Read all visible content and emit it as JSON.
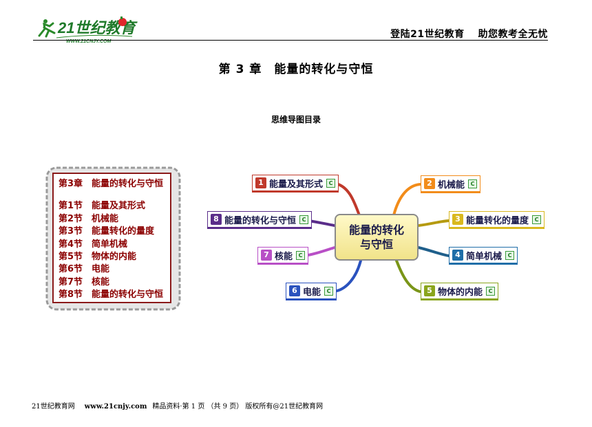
{
  "header": {
    "logo_text": "21世纪教育",
    "logo_url": "WWW.21CNJY.COM",
    "tagline": "登陆21世纪教育　 助您教考全无忧"
  },
  "title": "第 3 章　能量的转化与守恒",
  "subtitle": "思维导图目录",
  "toc": {
    "chapter": "第3章　能量的转化与守恒",
    "sections": [
      {
        "num": "第1节",
        "name": "能量及其形式"
      },
      {
        "num": "第2节",
        "name": "机械能"
      },
      {
        "num": "第3节",
        "name": "能量转化的量度"
      },
      {
        "num": "第4节",
        "name": "简单机械"
      },
      {
        "num": "第5节",
        "name": "物体的内能"
      },
      {
        "num": "第6节",
        "name": "电能"
      },
      {
        "num": "第7节",
        "name": "核能"
      },
      {
        "num": "第8节",
        "name": "能量的转化与守恒"
      }
    ]
  },
  "mindmap": {
    "center": "能量的转化\n与守恒",
    "note_icon": "C",
    "nodes": [
      {
        "num": "1",
        "label": "能量及其形式",
        "color": "#c0392b"
      },
      {
        "num": "2",
        "label": "机械能",
        "color": "#f28c1a"
      },
      {
        "num": "3",
        "label": "能量转化的量度",
        "color": "#d9b81e"
      },
      {
        "num": "4",
        "label": "简单机械",
        "color": "#1f6ea8"
      },
      {
        "num": "5",
        "label": "物体的内能",
        "color": "#8aa51c"
      },
      {
        "num": "6",
        "label": "电能",
        "color": "#2a52be"
      },
      {
        "num": "7",
        "label": "核能",
        "color": "#b84fc6"
      },
      {
        "num": "8",
        "label": "能量的转化与守恒",
        "color": "#5a2d8a"
      }
    ]
  },
  "footer": {
    "brand": "21世纪教育网",
    "site": "www.21cnjy.com",
    "text": "精品资料·第 1 页 （共 9 页） 版权所有@21世纪教育网"
  }
}
